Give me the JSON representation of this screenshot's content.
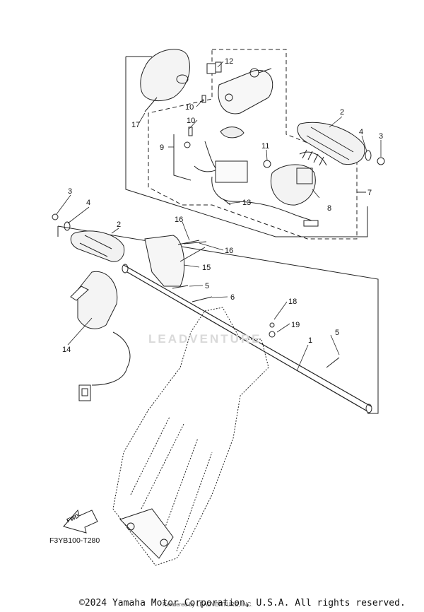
{
  "callouts": [
    "1",
    "2",
    "2",
    "3",
    "3",
    "4",
    "4",
    "5",
    "5",
    "6",
    "7",
    "8",
    "9",
    "10",
    "10",
    "11",
    "12",
    "13",
    "14",
    "15",
    "16",
    "16",
    "17",
    "18",
    "19"
  ],
  "diagram_code": "F3YB100-T280",
  "fwd_label": "FWD",
  "watermark": "LEADVENTURE",
  "renderer_text": "Rendered by LEADVENTURE, INC.",
  "copyright": "©2024 Yamaha Motor Corporation, U.S.A. All rights reserved."
}
